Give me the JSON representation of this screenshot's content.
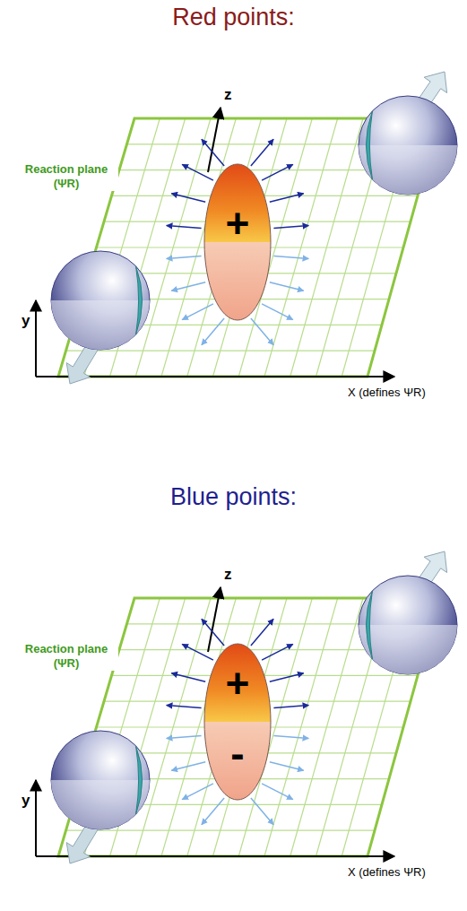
{
  "diagram": {
    "nodes": [
      {
        "text": [
          "+"
        ]
      },
      {
        "text": [
          "+",
          "-"
        ]
      }
    ],
    "labels": [
      "Red points:",
      "z",
      "Reaction plane (ΨR)",
      "y",
      "X (defines ΨR)",
      "Blue points:",
      "z",
      "Reaction plane (ΨR)",
      "y",
      "X (defines ΨR)"
    ]
  }
}
